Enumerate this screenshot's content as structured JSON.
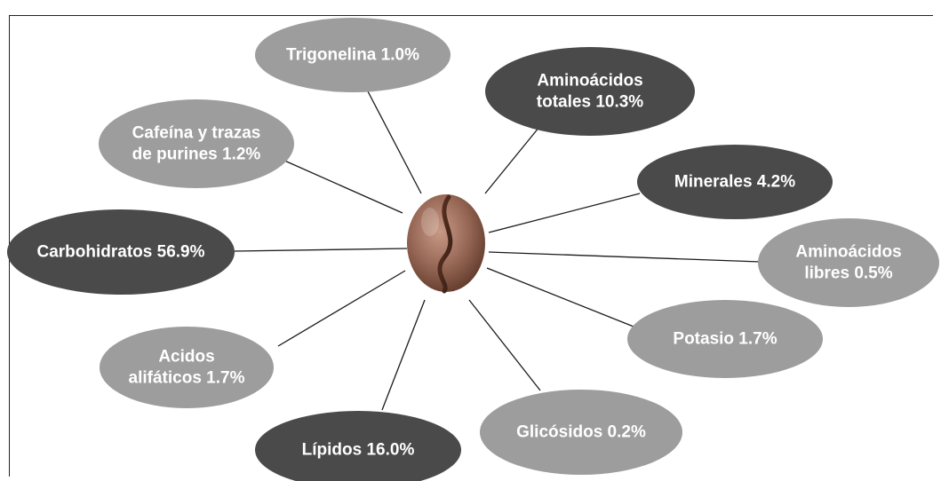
{
  "colors": {
    "dark_node": "#4a4a4a",
    "light_node": "#9d9d9d",
    "node_text": "#ffffff",
    "line": "#1a1a1a"
  },
  "center_icon": "coffee-bean-icon",
  "nodes": [
    {
      "id": "trigonelina",
      "lines": [
        "Trigonelina 1.0%"
      ],
      "shade": "light"
    },
    {
      "id": "aminoacidos-totales",
      "lines": [
        "Aminoácidos",
        "totales 10.3%"
      ],
      "shade": "dark"
    },
    {
      "id": "cafeina",
      "lines": [
        "Cafeína y trazas",
        "de purines 1.2%"
      ],
      "shade": "light"
    },
    {
      "id": "minerales",
      "lines": [
        "Minerales 4.2%"
      ],
      "shade": "dark"
    },
    {
      "id": "carbohidratos",
      "lines": [
        "Carbohidratos 56.9%"
      ],
      "shade": "dark"
    },
    {
      "id": "aminoacidos-libres",
      "lines": [
        "Aminoácidos",
        "libres 0.5%"
      ],
      "shade": "light"
    },
    {
      "id": "potasio",
      "lines": [
        "Potasio 1.7%"
      ],
      "shade": "light"
    },
    {
      "id": "acidos",
      "lines": [
        "Acidos",
        "alifáticos 1.7%"
      ],
      "shade": "light"
    },
    {
      "id": "glicosidos",
      "lines": [
        "Glicósidos  0.2%"
      ],
      "shade": "light"
    },
    {
      "id": "lipidos",
      "lines": [
        "Lípidos 16.0%"
      ],
      "shade": "dark"
    }
  ]
}
